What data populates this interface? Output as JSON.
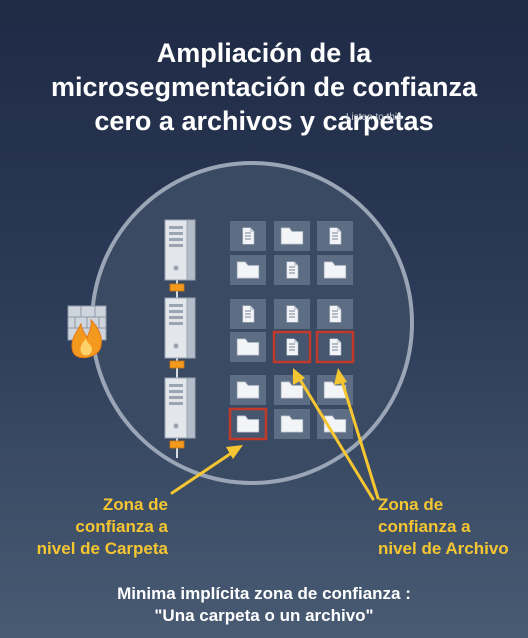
{
  "title": {
    "line1": "Ampliación de la",
    "line2": "microsegmentación de confianza",
    "line3": "cero a archivos y carpetas"
  },
  "watermark": "Listen to this",
  "labels": {
    "folder_zone": {
      "line1": "Zona de",
      "line2": "confianza a",
      "line3": "nivel de Carpeta"
    },
    "file_zone": {
      "line1": "Zona de",
      "line2": "confianza a",
      "line3": "nivel de Archivo"
    }
  },
  "footer": {
    "line1": "Minima implícita zona de confianza :",
    "line2": "\"Una carpeta o un archivo\""
  },
  "colors": {
    "accent": "#f5c631",
    "highlight_border": "#c0392b",
    "tile": "#5d6d84",
    "firewall_flame": "#f39a1e"
  },
  "icons": [
    "firewall-icon",
    "server-icon",
    "folder-icon",
    "document-icon"
  ],
  "grid": [
    [
      "document",
      "folder",
      "document"
    ],
    [
      "folder",
      "document",
      "folder"
    ],
    [
      "document",
      "document",
      "document"
    ],
    [
      "folder",
      "document-highlighted",
      "document-highlighted"
    ],
    [
      "folder",
      "folder",
      "folder"
    ],
    [
      "folder-highlighted",
      "folder",
      "folder"
    ]
  ]
}
